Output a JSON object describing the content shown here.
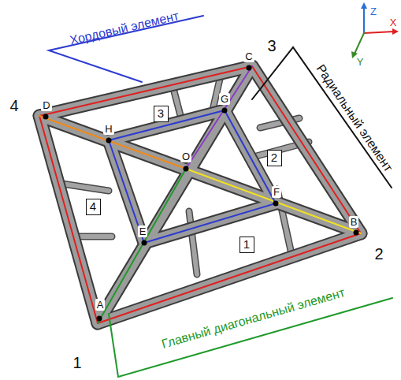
{
  "diagram": {
    "nodes": [
      {
        "text": [
          "3"
        ]
      },
      {
        "text": [
          "2"
        ]
      },
      {
        "text": [
          "4"
        ]
      },
      {
        "text": [
          "1"
        ]
      }
    ],
    "labels": [
      "Хордовый элемент",
      "Z",
      "X",
      "Y",
      "3",
      "C",
      "Радиальный элемент",
      "4",
      "D",
      "G",
      "H",
      "O",
      "F",
      "B",
      "2",
      "E",
      "A",
      "1",
      "Главный диагональный элемент"
    ]
  }
}
